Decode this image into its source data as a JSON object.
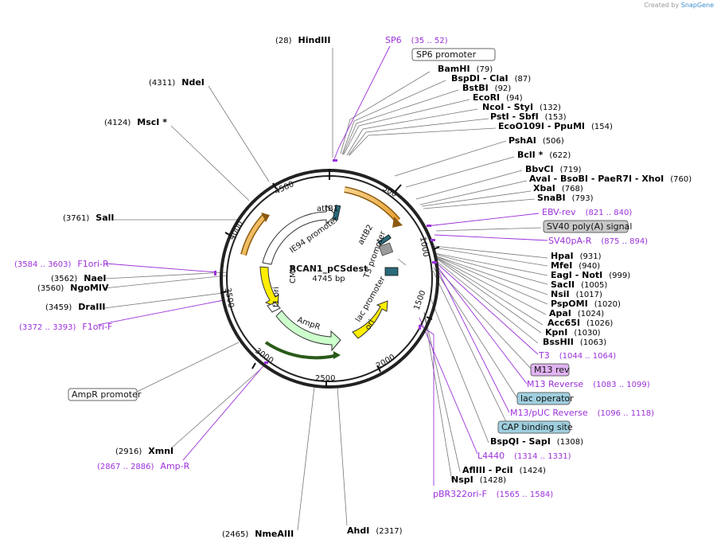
{
  "credit": {
    "prefix": "Created by",
    "brand": "SnapGene"
  },
  "plasmid": {
    "name": "RCAN1_pCSdest",
    "size": "4745 bp"
  },
  "ticks": [
    "500",
    "1000",
    "1500",
    "2000",
    "2500",
    "3000",
    "3500",
    "4000",
    "4500"
  ],
  "sites": [
    {
      "id": "hindiii",
      "name": "HindIII",
      "pos": "(28)"
    },
    {
      "id": "ndei",
      "name": "NdeI",
      "pos": "(4311)"
    },
    {
      "id": "msci",
      "name": "MscI *",
      "pos": "(4124)"
    },
    {
      "id": "sali",
      "name": "SalI",
      "pos": "(3761)"
    },
    {
      "id": "naei",
      "name": "NaeI",
      "pos": "(3562)"
    },
    {
      "id": "ngomiv",
      "name": "NgoMIV",
      "pos": "(3560)"
    },
    {
      "id": "draiii",
      "name": "DraIII",
      "pos": "(3459)"
    },
    {
      "id": "xmni",
      "name": "XmnI",
      "pos": "(2916)"
    },
    {
      "id": "nmeaiii",
      "name": "NmeAIII",
      "pos": "(2465)"
    },
    {
      "id": "ahdi",
      "name": "AhdI",
      "pos": "(2317)"
    },
    {
      "id": "bamhi",
      "name": "BamHI",
      "pos": "(79)"
    },
    {
      "id": "bspdi",
      "name": "BspDI  - ClaI",
      "pos": "(87)"
    },
    {
      "id": "bstbi",
      "name": "BstBI",
      "pos": "(92)"
    },
    {
      "id": "ecori",
      "name": "EcoRI",
      "pos": "(94)"
    },
    {
      "id": "ncoi",
      "name": "NcoI  - StyI",
      "pos": "(132)"
    },
    {
      "id": "psti",
      "name": "PstI  - SbfI",
      "pos": "(153)"
    },
    {
      "id": "ecoo109i",
      "name": "EcoO109I  - PpuMI",
      "pos": "(154)"
    },
    {
      "id": "pshai",
      "name": "PshAI",
      "pos": "(506)"
    },
    {
      "id": "bcli",
      "name": "BclI *",
      "pos": "(622)"
    },
    {
      "id": "bbvci",
      "name": "BbvCI",
      "pos": "(719)"
    },
    {
      "id": "avai",
      "name": "AvaI  - BsoBI  - PaeR7I  - XhoI",
      "pos": "(760)"
    },
    {
      "id": "xbai",
      "name": "XbaI",
      "pos": "(768)"
    },
    {
      "id": "snabi",
      "name": "SnaBI",
      "pos": "(793)"
    },
    {
      "id": "hpai",
      "name": "HpaI",
      "pos": "(931)"
    },
    {
      "id": "mfei",
      "name": "MfeI",
      "pos": "(940)"
    },
    {
      "id": "eagi",
      "name": "EagI  - NotI",
      "pos": "(999)"
    },
    {
      "id": "sacii",
      "name": "SacII",
      "pos": "(1005)"
    },
    {
      "id": "nsii",
      "name": "NsiI",
      "pos": "(1017)"
    },
    {
      "id": "pspomi",
      "name": "PspOMI",
      "pos": "(1020)"
    },
    {
      "id": "apai",
      "name": "ApaI",
      "pos": "(1024)"
    },
    {
      "id": "acc65i",
      "name": "Acc65I",
      "pos": "(1026)"
    },
    {
      "id": "kpni",
      "name": "KpnI",
      "pos": "(1030)"
    },
    {
      "id": "bsshii",
      "name": "BssHII",
      "pos": "(1063)"
    },
    {
      "id": "bspqi",
      "name": "BspQI  - SapI",
      "pos": "(1308)"
    },
    {
      "id": "afliii",
      "name": "AflIII  - PciI",
      "pos": "(1424)"
    },
    {
      "id": "nspi",
      "name": "NspI",
      "pos": "(1428)"
    }
  ],
  "primers": [
    {
      "id": "sp6",
      "name": "SP6",
      "pos": "(35 .. 52)"
    },
    {
      "id": "ebvrev",
      "name": "EBV-rev",
      "pos": "(821 .. 840)"
    },
    {
      "id": "sv40par",
      "name": "SV40pA-R",
      "pos": "(875 .. 894)"
    },
    {
      "id": "t3",
      "name": "T3",
      "pos": "(1044 .. 1064)"
    },
    {
      "id": "m13reverse",
      "name": "M13 Reverse",
      "pos": "(1083 .. 1099)"
    },
    {
      "id": "m13pucreverse",
      "name": "M13/pUC Reverse",
      "pos": "(1096 .. 1118)"
    },
    {
      "id": "l4440",
      "name": "L4440",
      "pos": "(1314 .. 1331)"
    },
    {
      "id": "pbr322orif",
      "name": "pBR322ori-F",
      "pos": "(1565 .. 1584)"
    },
    {
      "id": "f1orir",
      "name": "F1ori-R",
      "pos": "(3584 .. 3603)"
    },
    {
      "id": "f1orif",
      "name": "F1ori-F",
      "pos": "(3372 .. 3393)"
    },
    {
      "id": "ampr",
      "name": "Amp-R",
      "pos": "(2867 .. 2886)"
    }
  ],
  "boxed": [
    {
      "id": "sp6promoter",
      "text": "SP6 promoter",
      "fill": "#ffffff"
    },
    {
      "id": "sv40polya",
      "text": "SV40 poly(A) signal",
      "fill": "#c8c8c8"
    },
    {
      "id": "m13rev",
      "text": "M13 rev",
      "fill": "#e0b3f2"
    },
    {
      "id": "lacoperator",
      "text": "lac operator",
      "fill": "#9fd0e0"
    },
    {
      "id": "capsite",
      "text": "CAP binding site",
      "fill": "#9fd0e0"
    },
    {
      "id": "amprpromoter",
      "text": "AmpR promoter",
      "fill": "#ffffff"
    }
  ],
  "inner_labels": {
    "attb1": "attB1",
    "attb2": "attB2",
    "ie94": "IE94 promoter",
    "cmv": "CMV",
    "t3promoter": "T3 promoter",
    "lacpromoter": "lac promoter",
    "ori": "ori",
    "f1ori": "f1 ori",
    "ampr": "AmpR"
  },
  "colors": {
    "feature_purple": "#9b30d9",
    "ori_yellow": "#ffee00",
    "ampr_green": "#ccffcc",
    "orange_arc": "#f0b040",
    "lacop_blue": "#9fd0e0"
  }
}
